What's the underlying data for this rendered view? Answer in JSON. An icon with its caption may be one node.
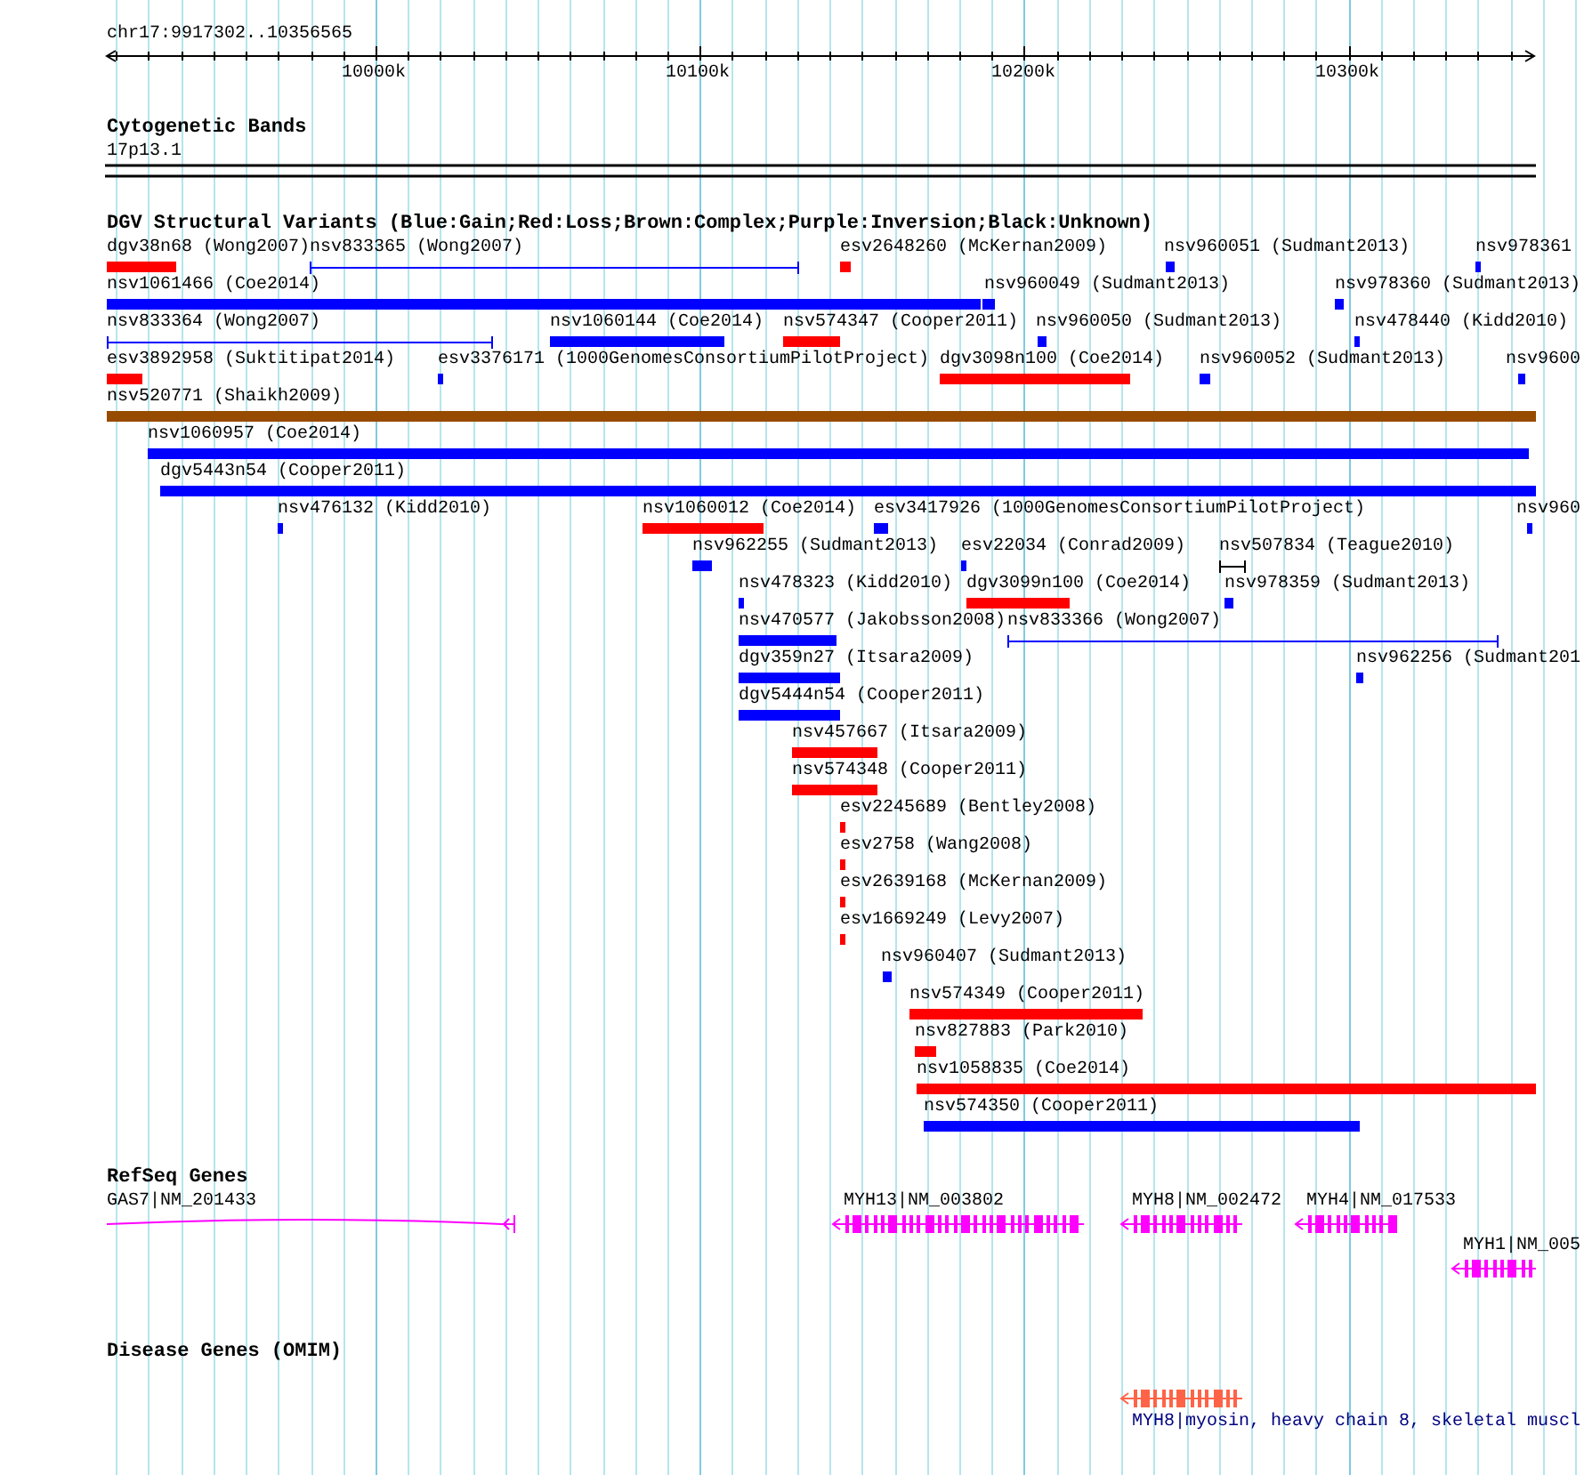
{
  "diagram": {
    "nodes": [
      {
        "text": [
          "dgv38n68 (Wong2007)"
        ]
      },
      {
        "text": [
          "nsv833365 (Wong2007)"
        ]
      },
      {
        "text": [
          "esv2648260 (McKernan2009)"
        ]
      },
      {
        "text": [
          "nsv960051 (Sudmant2013)"
        ]
      },
      {
        "text": [
          "nsv978361"
        ]
      },
      {
        "text": [
          "nsv1061466 (Coe2014)"
        ]
      },
      {
        "text": [
          "nsv960049 (Sudmant2013)"
        ]
      },
      {
        "text": [
          "nsv978360 (Sudmant2013)"
        ]
      },
      {
        "text": [
          "nsv833364 (Wong2007)"
        ]
      },
      {
        "text": [
          "nsv1060144 (Coe2014)"
        ]
      },
      {
        "text": [
          "nsv574347 (Cooper2011)"
        ]
      },
      {
        "text": [
          "nsv960050 (Sudmant2013)"
        ]
      },
      {
        "text": [
          "nsv478440 (Kidd2010)"
        ]
      },
      {
        "text": [
          "esv3892958 (Suktitipat2014)"
        ]
      },
      {
        "text": [
          "esv3376171 (1000GenomesConsortiumPilotProject)"
        ]
      },
      {
        "text": [
          "dgv3098n100 (Coe2014)"
        ]
      },
      {
        "text": [
          "nsv960052 (Sudmant2013)"
        ]
      },
      {
        "text": [
          "nsv9600"
        ]
      },
      {
        "text": [
          "nsv520771 (Shaikh2009)"
        ]
      },
      {
        "text": [
          "nsv1060957 (Coe2014)"
        ]
      },
      {
        "text": [
          "dgv5443n54 (Cooper2011)"
        ]
      },
      {
        "text": [
          "nsv476132 (Kidd2010)"
        ]
      },
      {
        "text": [
          "nsv1060012 (Coe2014)"
        ]
      },
      {
        "text": [
          "esv3417926 (1000GenomesConsortiumPilotProject)"
        ]
      },
      {
        "text": [
          "nsv960"
        ]
      },
      {
        "text": [
          "nsv962255 (Sudmant2013)"
        ]
      },
      {
        "text": [
          "esv22034 (Conrad2009)"
        ]
      },
      {
        "text": [
          "nsv507834 (Teague2010)"
        ]
      },
      {
        "text": [
          "nsv478323 (Kidd2010)"
        ]
      },
      {
        "text": [
          "dgv3099n100 (Coe2014)"
        ]
      },
      {
        "text": [
          "nsv978359 (Sudmant2013)"
        ]
      },
      {
        "text": [
          "nsv470577 (Jakobsson2008)"
        ]
      },
      {
        "text": [
          "nsv833366 (Wong2007)"
        ]
      },
      {
        "text": [
          "dgv359n27 (Itsara2009)"
        ]
      },
      {
        "text": [
          "nsv962256 (Sudmant201"
        ]
      },
      {
        "text": [
          "dgv5444n54 (Cooper2011)"
        ]
      },
      {
        "text": [
          "nsv457667 (Itsara2009)"
        ]
      },
      {
        "text": [
          "nsv574348 (Cooper2011)"
        ]
      },
      {
        "text": [
          "esv2245689 (Bentley2008)"
        ]
      },
      {
        "text": [
          "esv2758 (Wang2008)"
        ]
      },
      {
        "text": [
          "esv2639168 (McKernan2009)"
        ]
      },
      {
        "text": [
          "esv1669249 (Levy2007)"
        ]
      },
      {
        "text": [
          "nsv960407 (Sudmant2013)"
        ]
      },
      {
        "text": [
          "nsv574349 (Cooper2011)"
        ]
      },
      {
        "text": [
          "nsv827883 (Park2010)"
        ]
      },
      {
        "text": [
          "nsv1058835 (Coe2014)"
        ]
      },
      {
        "text": [
          "nsv574350 (Cooper2011)"
        ]
      },
      {
        "text": [
          "GAS7|NM_201433"
        ]
      },
      {
        "text": [
          "MYH13|NM_003802"
        ]
      },
      {
        "text": [
          "MYH8|NM_002472"
        ]
      },
      {
        "text": [
          "MYH4|NM_017533"
        ]
      },
      {
        "text": [
          "MYH1|NM_005"
        ]
      },
      {
        "text": [
          "MYH8|myosin, heavy chain 8, skeletal muscl"
        ]
      }
    ],
    "edges": [],
    "labels": [
      "chr17:9917302..10356565",
      "10000k",
      "10100k",
      "10200k",
      "10300k",
      "Cytogenetic Bands",
      "17p13.1",
      "DGV Structural Variants (Blue:Gain;Red:Loss;Brown:Complex;Purple:Inversion;Black:Unknown)",
      "RefSeq Genes",
      "Disease Genes (OMIM)"
    ]
  }
}
